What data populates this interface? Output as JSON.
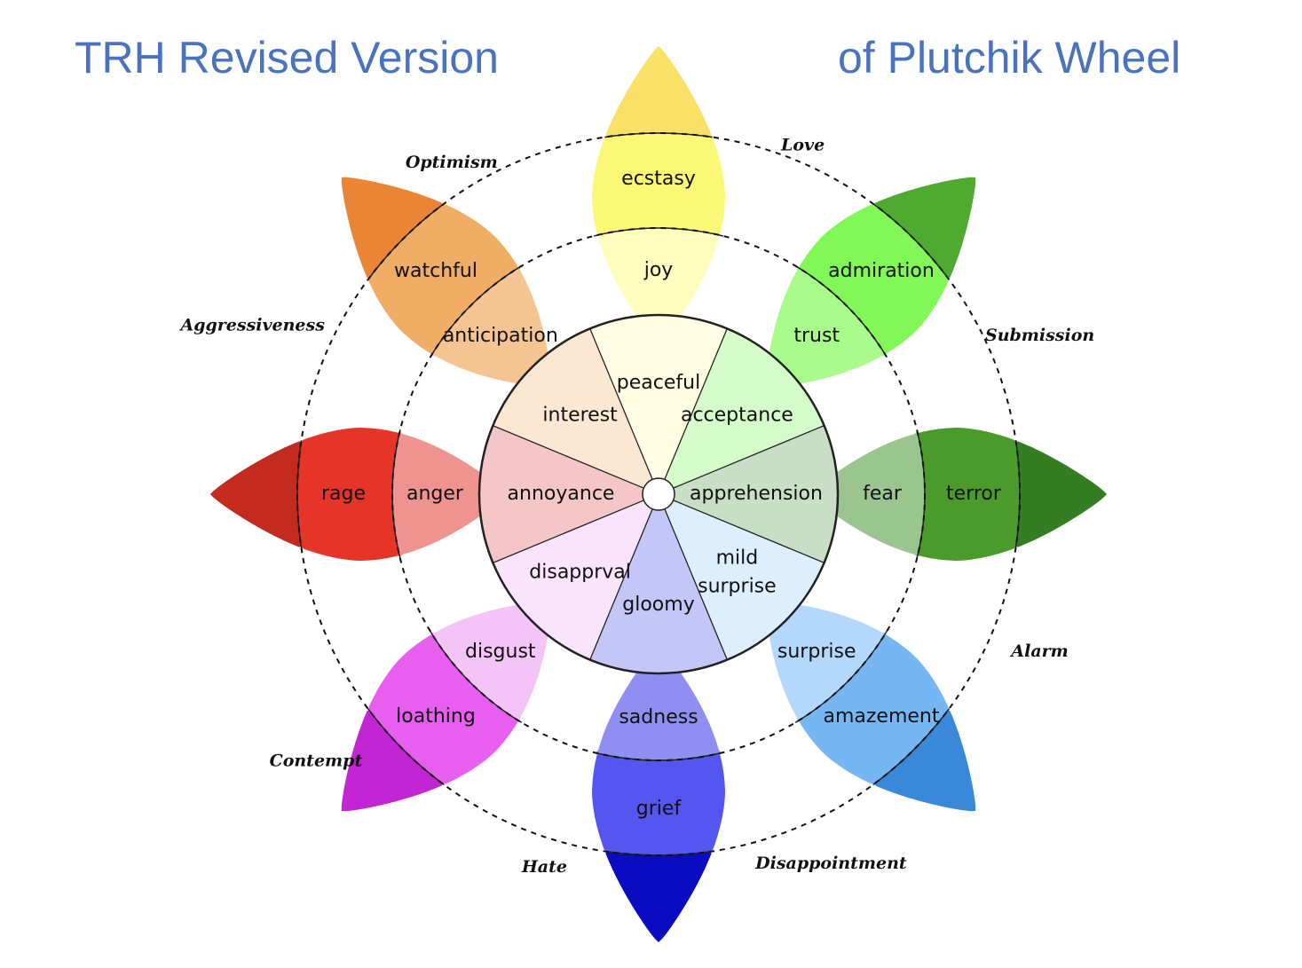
{
  "title": {
    "left": "TRH Revised Version",
    "right": "of Plutchik Wheel"
  },
  "petals": [
    {
      "key": "joy",
      "labels": [
        "ecstasy",
        "joy"
      ],
      "colors": [
        "#f9e167",
        "#fbf877",
        "#fdfdbe"
      ]
    },
    {
      "key": "trust",
      "labels": [
        "admiration",
        "trust"
      ],
      "colors": [
        "#4eaa30",
        "#82f758",
        "#a9fb8c"
      ]
    },
    {
      "key": "fear",
      "labels": [
        "terror",
        "fear"
      ],
      "colors": [
        "#347d22",
        "#4b9b2c",
        "#9bc58f"
      ]
    },
    {
      "key": "surprise",
      "labels": [
        "amazement",
        "surprise"
      ],
      "colors": [
        "#3a88d9",
        "#76b7f3",
        "#b3d8fb"
      ]
    },
    {
      "key": "sadness",
      "labels": [
        "grief",
        "sadness"
      ],
      "colors": [
        "#0b0bc2",
        "#5456ef",
        "#8e8ff0"
      ]
    },
    {
      "key": "disgust",
      "labels": [
        "loathing",
        "disgust"
      ],
      "colors": [
        "#c226d4",
        "#e85ff0",
        "#f4c4f6"
      ]
    },
    {
      "key": "anger",
      "labels": [
        "rage",
        "anger"
      ],
      "colors": [
        "#c42b1f",
        "#e63528",
        "#ee938f"
      ]
    },
    {
      "key": "anticipation",
      "labels": [
        "watchful",
        "anticipation"
      ],
      "colors": [
        "#ea8535",
        "#f0ad65",
        "#f4c593"
      ]
    }
  ],
  "center_sectors": [
    {
      "label": [
        "peaceful"
      ],
      "color": "#fefde4"
    },
    {
      "label": [
        "acceptance"
      ],
      "color": "#d5fbcb"
    },
    {
      "label": [
        "apprehension"
      ],
      "color": "#c9dfc5"
    },
    {
      "label": [
        "mild",
        "surprise"
      ],
      "color": "#ddeefc"
    },
    {
      "label": [
        "gloomy"
      ],
      "color": "#c5c6f8"
    },
    {
      "label": [
        "disapprval"
      ],
      "color": "#f9e4fb"
    },
    {
      "label": [
        "annoyance"
      ],
      "color": "#f4c6c7"
    },
    {
      "label": [
        "interest"
      ],
      "color": "#fbe8d3"
    }
  ],
  "dyads": [
    {
      "text": "Optimism",
      "name": "optimism"
    },
    {
      "text": "Love",
      "name": "love"
    },
    {
      "text": "Submission",
      "name": "submission"
    },
    {
      "text": "Aggressiveness",
      "name": "aggressiveness"
    },
    {
      "text": "Alarm",
      "name": "alarm"
    },
    {
      "text": "Contempt",
      "name": "contempt"
    },
    {
      "text": "Hate",
      "name": "hate"
    },
    {
      "text": "Disappointment",
      "name": "disappointment"
    }
  ]
}
